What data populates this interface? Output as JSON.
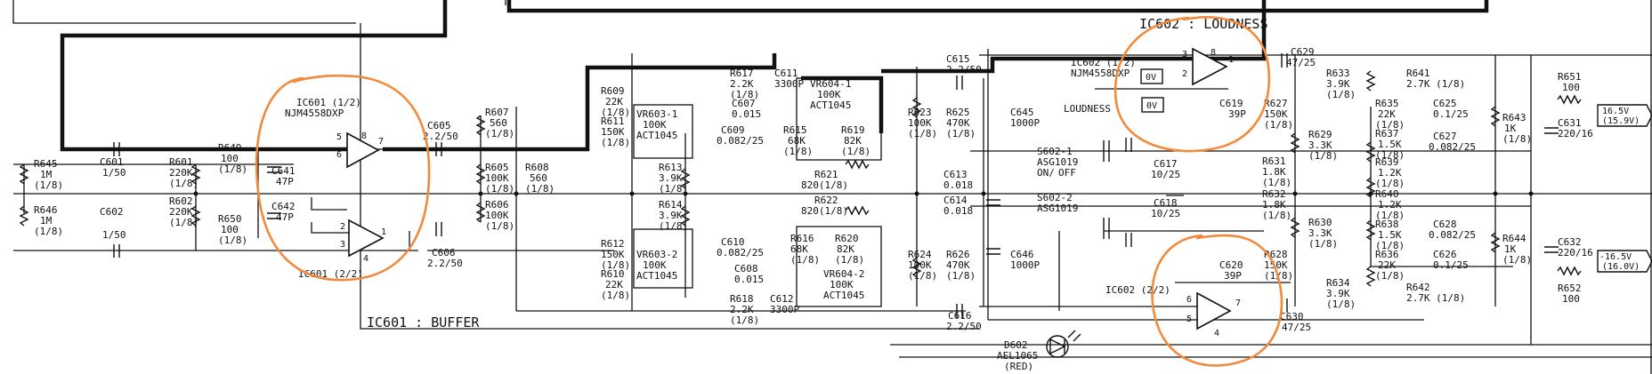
{
  "blocks": {
    "ic602_title": "IC602 : LOUDNESS",
    "ic601_title": "IC601 : BUFFER"
  },
  "opamps": {
    "ic601_1": {
      "name": "IC601 (1/2)",
      "part": "NJM4558DXP",
      "pin_plus": "5",
      "pin_minus": "6",
      "pin_vcc": "8",
      "pin_out": "7"
    },
    "ic601_2": {
      "name": "IC601 (2/2)",
      "pin_plus": "2",
      "pin_minus": "3",
      "pin_gnd": "4",
      "pin_out": "1"
    },
    "ic602_1": {
      "name": "IC602 (1/2)",
      "part": "NJM4558DXP",
      "pin_plus": "3",
      "pin_minus": "2",
      "pin_vcc": "8",
      "pin_out": "1",
      "tag_a": "0V",
      "tag_b": "0V"
    },
    "ic602_2": {
      "name": "IC602 (2/2)",
      "pin_plus": "6",
      "pin_minus": "5",
      "pin_gnd": "4",
      "pin_out": "7"
    }
  },
  "switches": {
    "s602_1": {
      "name": "S602-1",
      "part": "ASG1019",
      "label": "LOUDNESS",
      "state_on": "ON/",
      "state_off": "OFF"
    },
    "s602_2": {
      "name": "S602-2",
      "part": "ASG1019"
    }
  },
  "led": {
    "name": "D602",
    "part": "AEL1065",
    "color": "(RED)"
  },
  "supply_tags": {
    "pos": {
      "a": "16.5V",
      "b": "(15.9V)"
    },
    "neg": {
      "a": "-16.5V",
      "b": "(16.0V)"
    }
  },
  "components": {
    "r645": {
      "n": "R645",
      "v": "1M",
      "p": "(1/8)"
    },
    "r646": {
      "n": "R646",
      "v": "1M",
      "p": "(1/8)"
    },
    "c601": {
      "n": "C601",
      "v": "1/50"
    },
    "c602": {
      "n": "C602",
      "v": "1/50"
    },
    "r601": {
      "n": "R601",
      "v": "220K",
      "p": "(1/8)"
    },
    "r602": {
      "n": "R602",
      "v": "220K",
      "p": "(1/8)"
    },
    "r649": {
      "n": "R649",
      "v": "100",
      "p": "(1/8)"
    },
    "r650": {
      "n": "R650",
      "v": "100",
      "p": "(1/8)"
    },
    "c641": {
      "n": "C641",
      "v": "47P"
    },
    "c642": {
      "n": "C642",
      "v": "47P"
    },
    "c605": {
      "n": "C605",
      "v": "2.2/50"
    },
    "c606": {
      "n": "C606",
      "v": "2.2/50"
    },
    "r607": {
      "n": "R607",
      "v": "560",
      "p": "(1/8)"
    },
    "r605": {
      "n": "R605",
      "v": "100K",
      "p": "(1/8)"
    },
    "r606": {
      "n": "R606",
      "v": "100K",
      "p": "(1/8)"
    },
    "r608": {
      "n": "R608",
      "v": "560",
      "p": "(1/8)"
    },
    "r609": {
      "n": "R609",
      "v": "22K",
      "p": "(1/8)"
    },
    "r611": {
      "n": "R611",
      "v": "150K",
      "p": "(1/8)"
    },
    "r617": {
      "n": "R617",
      "v": "2.2K",
      "p": "(1/8)"
    },
    "c607": {
      "n": "C607",
      "v": "0.015"
    },
    "c611": {
      "n": "C611",
      "v": "3300P"
    },
    "vr603_1": {
      "n": "VR603-1",
      "v": "100K",
      "p": "ACT1045"
    },
    "c609": {
      "n": "C609",
      "v": "0.082/25"
    },
    "r615": {
      "n": "R615",
      "v": "68K",
      "p": "(1/8)"
    },
    "vr604_1": {
      "n": "VR604-1",
      "v": "100K",
      "p": "ACT1045"
    },
    "r619": {
      "n": "R619",
      "v": "82K",
      "p": "(1/8)"
    },
    "r623": {
      "n": "R623",
      "v": "100K",
      "p": "(1/8)"
    },
    "c615": {
      "n": "C615",
      "v": "2.2/50"
    },
    "r625": {
      "n": "R625",
      "v": "470K",
      "p": "(1/8)"
    },
    "c645": {
      "n": "C645",
      "v": "1000P"
    },
    "r613": {
      "n": "R613",
      "v": "3.9K",
      "p": "(1/8)"
    },
    "r614": {
      "n": "R614",
      "v": "3.9K",
      "p": "(1/8)"
    },
    "r621": {
      "n": "R621",
      "v": "820(1/8)"
    },
    "r622": {
      "n": "R622",
      "v": "820(1/8)"
    },
    "c613": {
      "n": "C613",
      "v": "0.018"
    },
    "c614": {
      "n": "C614",
      "v": "0.018"
    },
    "r612": {
      "n": "R612",
      "v": "150K",
      "p": "(1/8)"
    },
    "r610": {
      "n": "R610",
      "v": "22K",
      "p": "(1/8)"
    },
    "vr603_2": {
      "n": "VR603-2",
      "v": "100K",
      "p": "ACT1045"
    },
    "c610": {
      "n": "C610",
      "v": "0.082/25"
    },
    "c608": {
      "n": "C608",
      "v": "0.015"
    },
    "r616": {
      "n": "R616",
      "v": "68K",
      "p": "(1/8)"
    },
    "r620": {
      "n": "R620",
      "v": "82K",
      "p": "(1/8)"
    },
    "vr604_2": {
      "n": "VR604-2",
      "v": "100K",
      "p": "ACT1045"
    },
    "r624": {
      "n": "R624",
      "v": "100K",
      "p": "(1/8)"
    },
    "r626": {
      "n": "R626",
      "v": "470K",
      "p": "(1/8)"
    },
    "c646": {
      "n": "C646",
      "v": "1000P"
    },
    "r618": {
      "n": "R618",
      "v": "2.2K",
      "p": "(1/8)"
    },
    "c612": {
      "n": "C612",
      "v": "3300P"
    },
    "c616": {
      "n": "C616",
      "v": "2.2/50"
    },
    "c629": {
      "n": "C629",
      "v": "47/25"
    },
    "c619": {
      "n": "C619",
      "v": "39P"
    },
    "r627": {
      "n": "R627",
      "v": "150K",
      "p": "(1/8)"
    },
    "c617": {
      "n": "C617",
      "v": "10/25"
    },
    "c618": {
      "n": "C618",
      "v": "10/25"
    },
    "r633": {
      "n": "R633",
      "v": "3.9K",
      "p": "(1/8)"
    },
    "r629": {
      "n": "R629",
      "v": "3.3K",
      "p": "(1/8)"
    },
    "r631": {
      "n": "R631",
      "v": "1.8K",
      "p": "(1/8)"
    },
    "r632": {
      "n": "R632",
      "v": "1.8K",
      "p": "(1/8)"
    },
    "r630": {
      "n": "R630",
      "v": "3.3K",
      "p": "(1/8)"
    },
    "r628": {
      "n": "R628",
      "v": "150K",
      "p": "(1/8)"
    },
    "c620": {
      "n": "C620",
      "v": "39P"
    },
    "r634": {
      "n": "R634",
      "v": "3.9K",
      "p": "(1/8)"
    },
    "c630": {
      "n": "C630",
      "v": "47/25"
    },
    "r641": {
      "n": "R641",
      "v": "2.7K (1/8)"
    },
    "r642": {
      "n": "R642",
      "v": "2.7K (1/8)"
    },
    "r635": {
      "n": "R635",
      "v": "22K",
      "p": "(1/8)"
    },
    "r637": {
      "n": "R637",
      "v": "1.5K",
      "p": "(1/8)"
    },
    "r639": {
      "n": "R639",
      "v": "1.2K",
      "p": "(1/8)"
    },
    "r640": {
      "n": "R640",
      "v": "1.2K",
      "p": "(1/8)"
    },
    "r638": {
      "n": "R638",
      "v": "1.5K",
      "p": "(1/8)"
    },
    "r636": {
      "n": "R636",
      "v": "22K",
      "p": "(1/8)"
    },
    "c625": {
      "n": "C625",
      "v": "0.1/25"
    },
    "c627": {
      "n": "C627",
      "v": "0.082/25"
    },
    "c628": {
      "n": "C628",
      "v": "0.082/25"
    },
    "c626": {
      "n": "C626",
      "v": "0.1/25"
    },
    "r643": {
      "n": "R643",
      "v": "1K",
      "p": "(1/8)"
    },
    "r644": {
      "n": "R644",
      "v": "1K",
      "p": "(1/8)"
    },
    "r651": {
      "n": "R651",
      "v": "100"
    },
    "r652": {
      "n": "R652",
      "v": "100"
    },
    "c631": {
      "n": "C631",
      "v": "220/16"
    },
    "c632": {
      "n": "C632",
      "v": "220/16"
    }
  }
}
